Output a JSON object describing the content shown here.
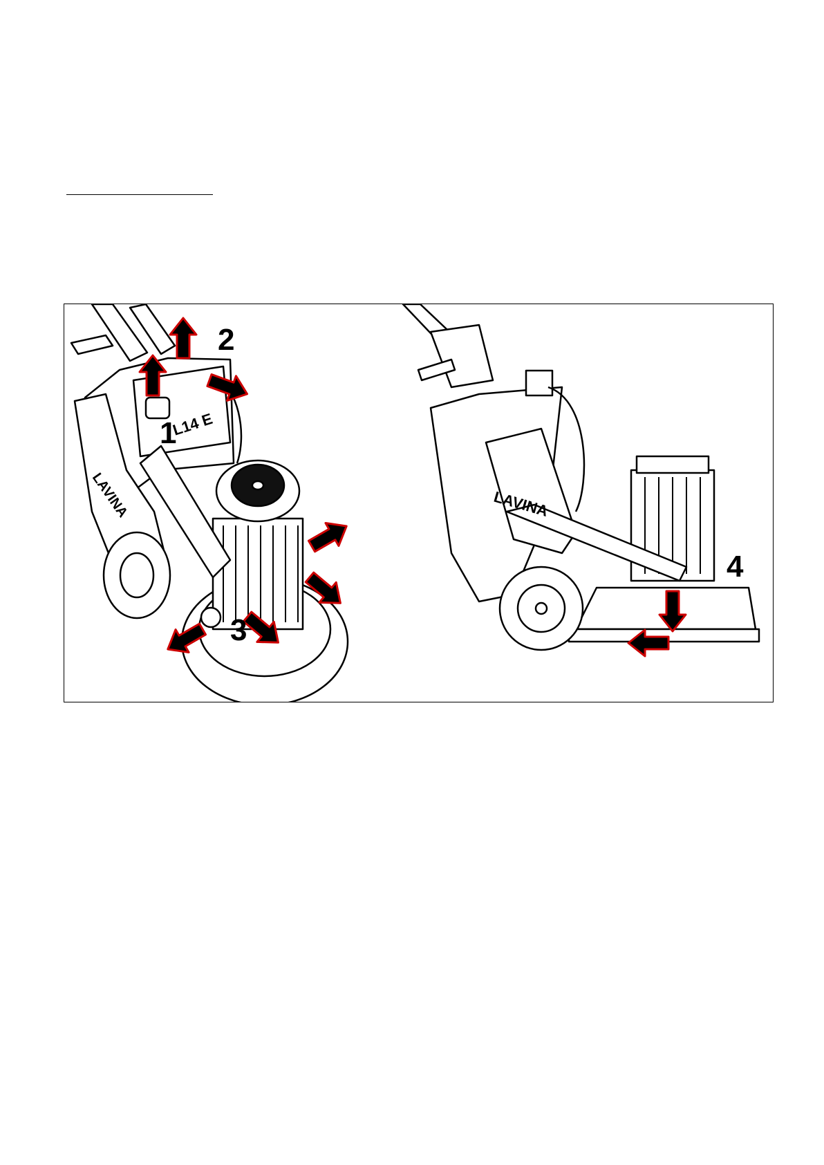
{
  "figure": {
    "callouts": [
      {
        "label": "1"
      },
      {
        "label": "2"
      },
      {
        "label": "3"
      },
      {
        "label": "4"
      }
    ],
    "machine_logo": "LAVINA",
    "model_plate": "L14 E",
    "colors": {
      "arrow_fill": "#000000",
      "arrow_outline": "#cc0000",
      "line": "#000000"
    }
  }
}
